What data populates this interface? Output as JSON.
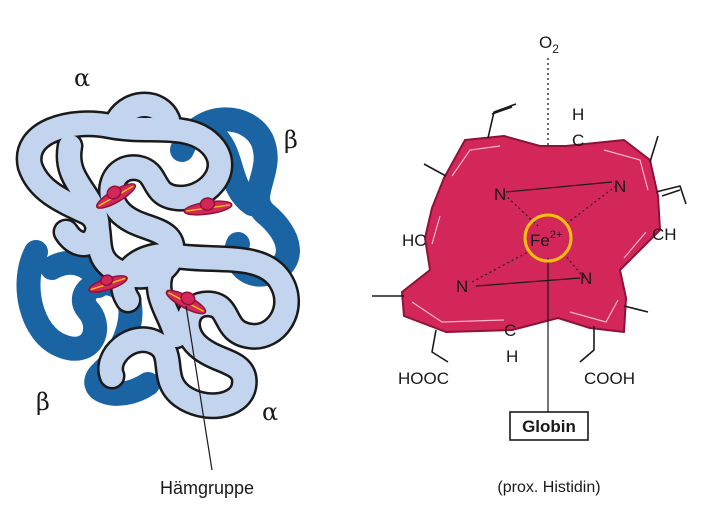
{
  "hemoglobin": {
    "subunit_alpha_top": "α",
    "subunit_beta_top": "β",
    "subunit_beta_bottom": "β",
    "subunit_alpha_bottom": "α",
    "heme_label": "Hämgruppe"
  },
  "heme_structure": {
    "oxygen_label": "O",
    "oxygen_subscript": "2",
    "iron_label": "Fe",
    "iron_charge": "2+",
    "nitrogen_labels": [
      "N",
      "N",
      "N",
      "N"
    ],
    "methine_top_h": "H",
    "methine_top_c": "C",
    "methine_left": "HC",
    "methine_right": "CH",
    "methine_bottom_c": "C",
    "methine_bottom_h": "H",
    "acid_left": "HOOC",
    "acid_right": "COOH",
    "globin_label": "Globin",
    "histidine_label": "(prox. Histidin)"
  },
  "colors": {
    "alpha_chain": "#c3d4ee",
    "beta_chain": "#1a64a4",
    "heme": "#d3275a",
    "heme_dark": "#8e1238",
    "iron_ring": "#f4c20d",
    "outline": "#1a1a1a"
  }
}
